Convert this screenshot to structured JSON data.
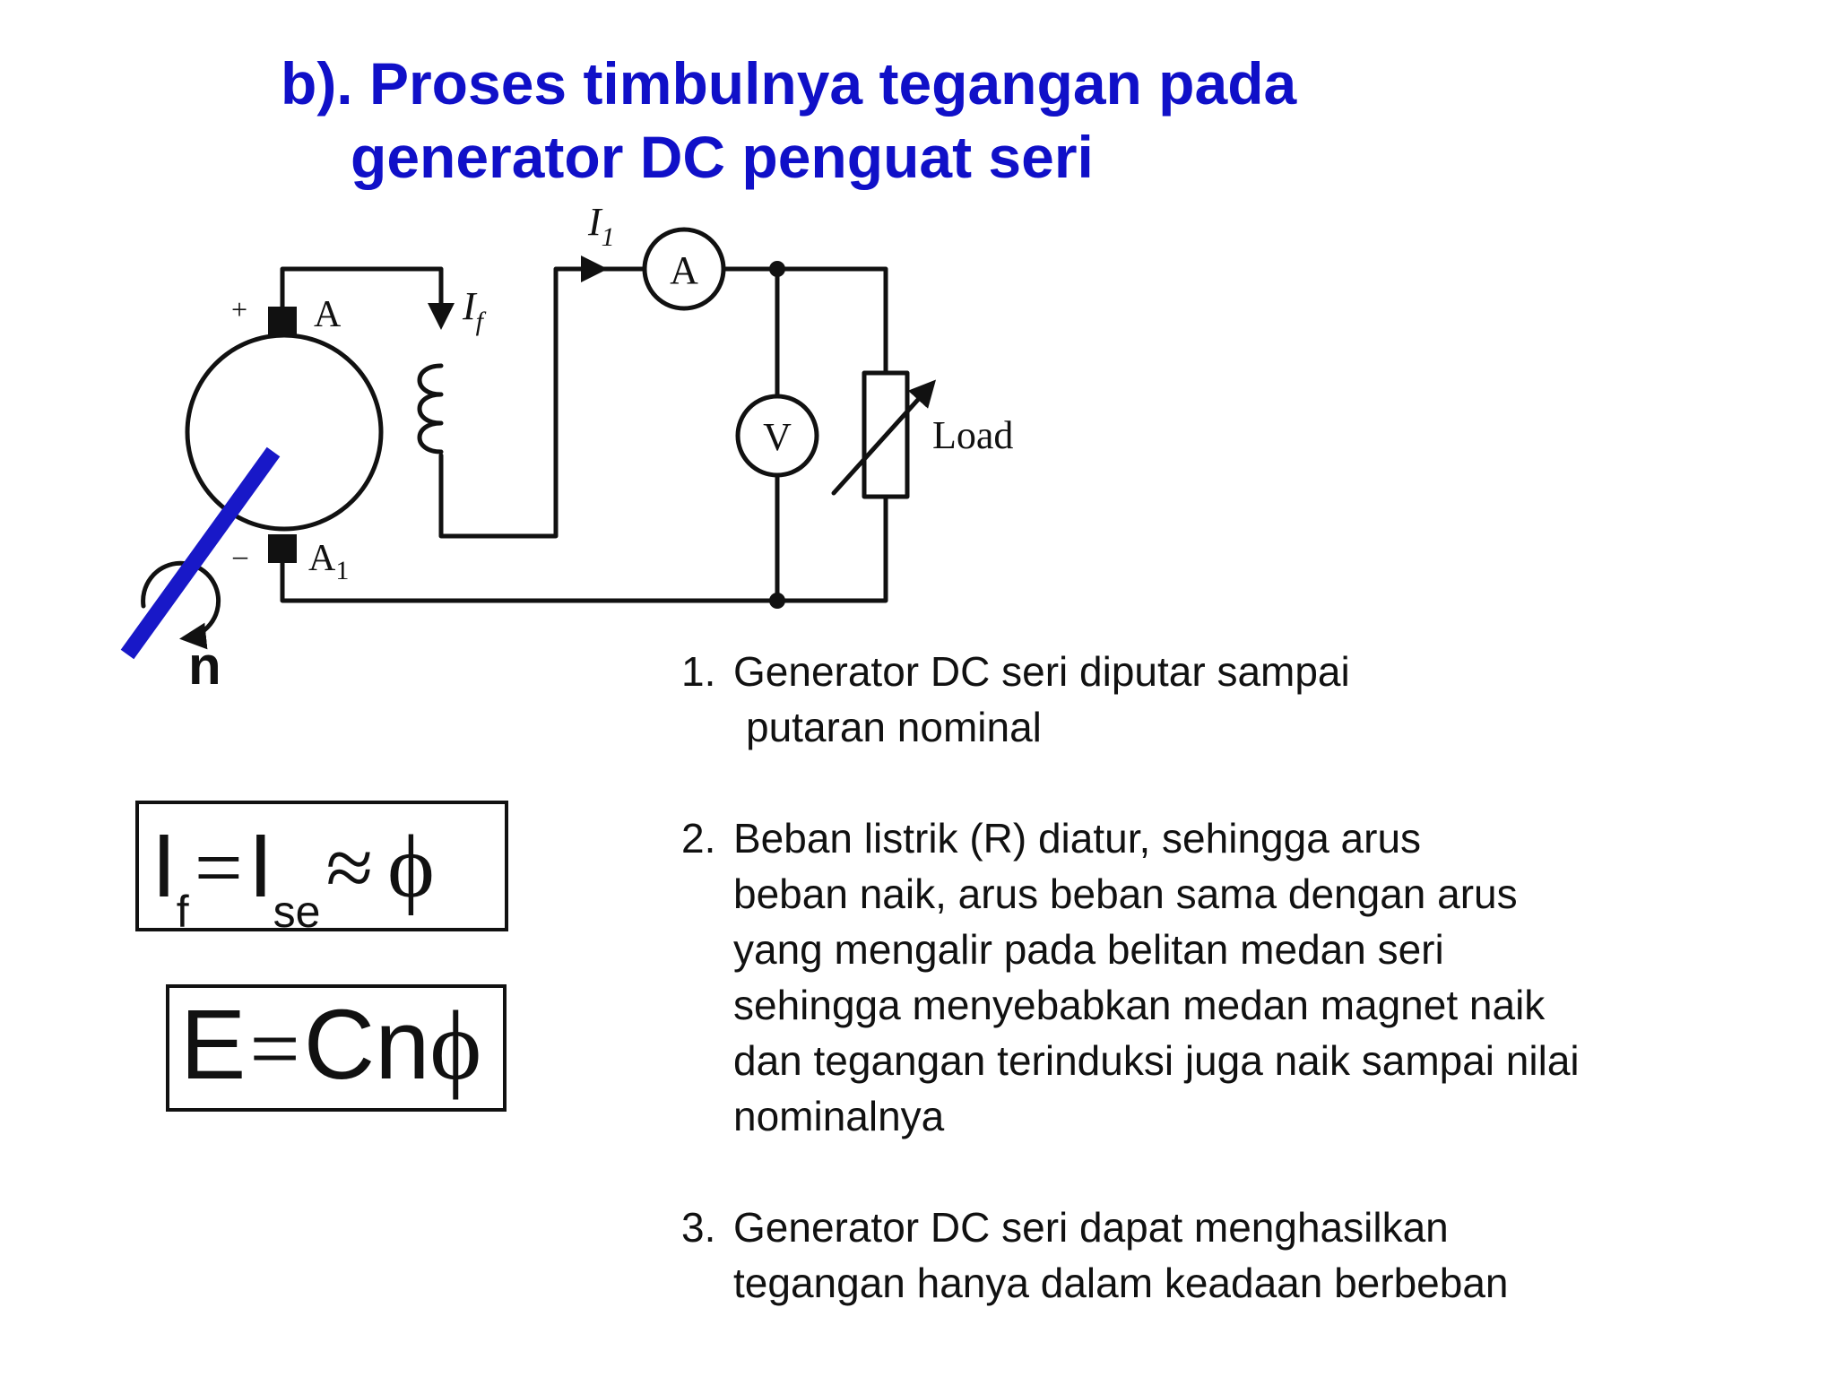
{
  "slide": {
    "title_line1": "b). Proses timbulnya tegangan pada",
    "title_line2": "generator DC penguat seri"
  },
  "circuit": {
    "terminal_plus": "+",
    "terminal_minus": "–",
    "terminal_a": "A",
    "terminal_a1_main": "A",
    "terminal_a1_sub": "1",
    "field_current_main": "I",
    "field_current_sub": "f",
    "line_current_main": "I",
    "line_current_sub": "1",
    "ammeter": "A",
    "voltmeter": "V",
    "load": "Load",
    "rotation": "n"
  },
  "equations": {
    "eq1_i1": "I",
    "eq1_i1_sub": "f",
    "eq1_eq": "=",
    "eq1_i2": "I",
    "eq1_i2_sub": "se",
    "eq1_approx": "≈",
    "eq1_phi": "ϕ",
    "eq2_e": "E",
    "eq2_eq": "=",
    "eq2_cn": "Cn",
    "eq2_phi": "ϕ"
  },
  "steps": [
    {
      "num": "1.",
      "lines": [
        "Generator DC seri diputar sampai",
        "putaran nominal"
      ]
    },
    {
      "num": "2.",
      "lines": [
        "Beban listrik (R) diatur, sehingga arus",
        "beban naik, arus beban sama dengan arus",
        "yang mengalir pada belitan medan seri",
        "sehingga menyebabkan medan magnet naik",
        "dan tegangan terinduksi juga naik sampai nilai",
        "nominalnya"
      ]
    },
    {
      "num": "3.",
      "lines": [
        "Generator DC seri dapat menghasilkan",
        "tegangan hanya dalam keadaan berbeban"
      ]
    }
  ],
  "colors": {
    "title": "#1010c8",
    "shaft": "#1818c8",
    "ink": "#111111"
  }
}
